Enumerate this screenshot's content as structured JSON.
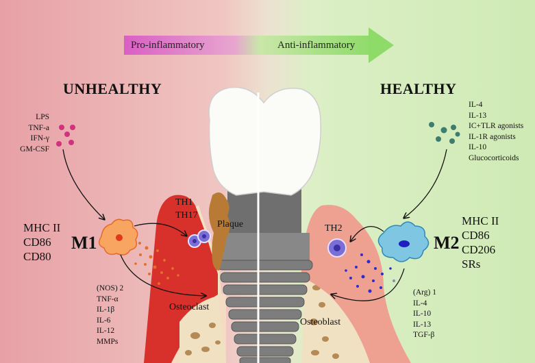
{
  "banner": {
    "left_label": "Pro-inflammatory",
    "right_label": "Anti-inflammatory"
  },
  "unhealthy": {
    "heading": "UNHEALTHY",
    "stimuli": [
      "LPS",
      "TNF-a",
      "IFN-γ",
      "GM-CSF"
    ],
    "macrophage": "M1",
    "markers": [
      "MHC II",
      "CD86",
      "CD80"
    ],
    "secreted": [
      "(NOS) 2",
      "TNF-α",
      "IL-1β",
      "IL-6",
      "IL-12",
      "MMPs"
    ],
    "t_cells": [
      "TH1",
      "TH17"
    ],
    "bone_cell": "Osteoclast"
  },
  "healthy": {
    "heading": "HEALTHY",
    "stimuli": [
      "IL-4",
      "IL-13",
      "IC+TLR agonists",
      "IL-1R agonists",
      "IL-10",
      "Glucocorticoids"
    ],
    "macrophage": "M2",
    "markers": [
      "MHC II",
      "CD86",
      "CD206",
      "SRs"
    ],
    "secreted": [
      "(Arg) 1",
      "IL-4",
      "IL-10",
      "IL-13",
      "TGF-β"
    ],
    "t_cells": [
      "TH2"
    ],
    "bone_cell": "Osteoblast"
  },
  "plaque_label": "Plaque",
  "colors": {
    "unhealthy_bg": "#e8a3aa",
    "healthy_bg": "#d6eec0",
    "gum_red": "#d8302a",
    "gum_pink": "#eea091",
    "bone": "#f2e2c4",
    "plaque": "#b87a35",
    "implant": "#7d7d7d",
    "m1": "#f7a560",
    "m2": "#7fc6e3",
    "tcell": "#7b6fd6"
  }
}
